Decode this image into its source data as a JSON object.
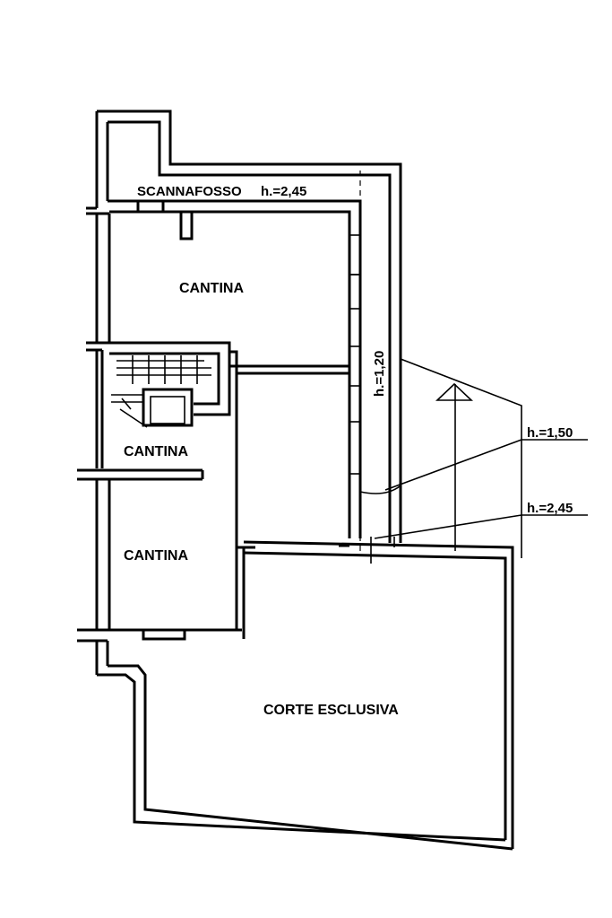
{
  "plan": {
    "labels": {
      "scannafosso": "SCANNAFOSSO",
      "scannafosso_height": "h.=2,45",
      "cantina_top": "CANTINA",
      "cantina_mid": "CANTINA",
      "cantina_bottom": "CANTINA",
      "corte": "CORTE ESCLUSIVA",
      "h_120": "h.=1,20",
      "h_150": "h.=1,50",
      "h_245": "h.=2,45"
    }
  }
}
